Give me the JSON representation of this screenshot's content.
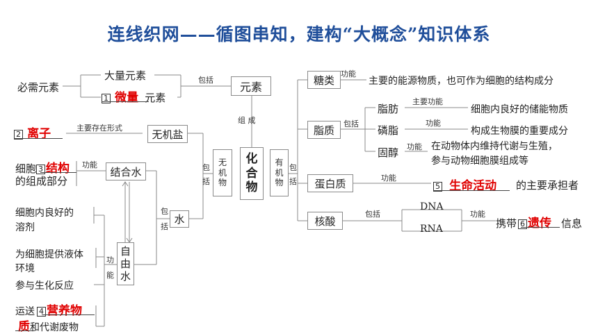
{
  "title": "连线织网——循图串知，建构“大概念”知识体系",
  "center": {
    "label_chars": [
      "化",
      "合",
      "物"
    ],
    "compose_label": "组 成"
  },
  "element": {
    "label": "元素",
    "include_label": "包括",
    "macro": "大量元素",
    "essential": "必需元素",
    "blank1_num": "1",
    "blank1_answer": "微量",
    "micro_suffix": "元素"
  },
  "inorganic": {
    "label_chars": [
      "无",
      "机",
      "物"
    ],
    "include_label_chars": [
      "包",
      "括"
    ],
    "salt": {
      "label": "无机盐",
      "blank2_num": "2",
      "blank2_answer": "离子",
      "form_label": "主要存在形式"
    },
    "water": {
      "label": "水",
      "include_label_chars": [
        "包",
        "括"
      ],
      "bound": {
        "label": "结合水",
        "func_label": "功能",
        "text_prefix": "细胞",
        "blank3_num": "3",
        "blank3_answer": "结构",
        "text_line2": "的组成部分"
      },
      "free": {
        "label_chars": [
          "自",
          "由",
          "水"
        ],
        "func_label_chars": [
          "功",
          "能"
        ],
        "f1_line1": "细胞内良好的",
        "f1_line2": "溶剂",
        "f2_line1": "为细胞提供液体",
        "f2_line2": "环境",
        "f3": "参与生化反应",
        "f4_prefix": "运送",
        "blank4_num": "4",
        "blank4_answer_a": "营养物",
        "blank4_answer_b": "质",
        "f4_suffix": "和代谢废物"
      }
    }
  },
  "organic": {
    "label_chars": [
      "有",
      "机",
      "物"
    ],
    "include_label_chars": [
      "包",
      "括"
    ],
    "sugar": {
      "label": "糖类",
      "func_label": "功能",
      "function": "主要的能源物质，也可作为细胞的结构成分"
    },
    "lipid": {
      "label": "脂质",
      "include_label": "包括",
      "fat": {
        "label": "脂肪",
        "func_label": "主要功能",
        "function": "细胞内良好的储能物质"
      },
      "phospholipid": {
        "label": "磷脂",
        "func_label": "功能",
        "function": "构成生物膜的重要成分"
      },
      "sterol": {
        "label": "固醇",
        "func_label": "功能",
        "function_line1": "在动物体内维持代谢与生殖，",
        "function_line2": "参与动物细胞膜组成等"
      }
    },
    "protein": {
      "label": "蛋白质",
      "func_label": "功能",
      "blank5_num": "5",
      "blank5_answer": "生命活动",
      "suffix": "的主要承担者"
    },
    "nucleic": {
      "label": "核酸",
      "include_label": "包括",
      "dna": "DNA",
      "rna": "RNA",
      "func_label": "功能",
      "prefix": "携带",
      "blank6_num": "6",
      "blank6_answer": "遗传",
      "suffix": "信息"
    }
  }
}
